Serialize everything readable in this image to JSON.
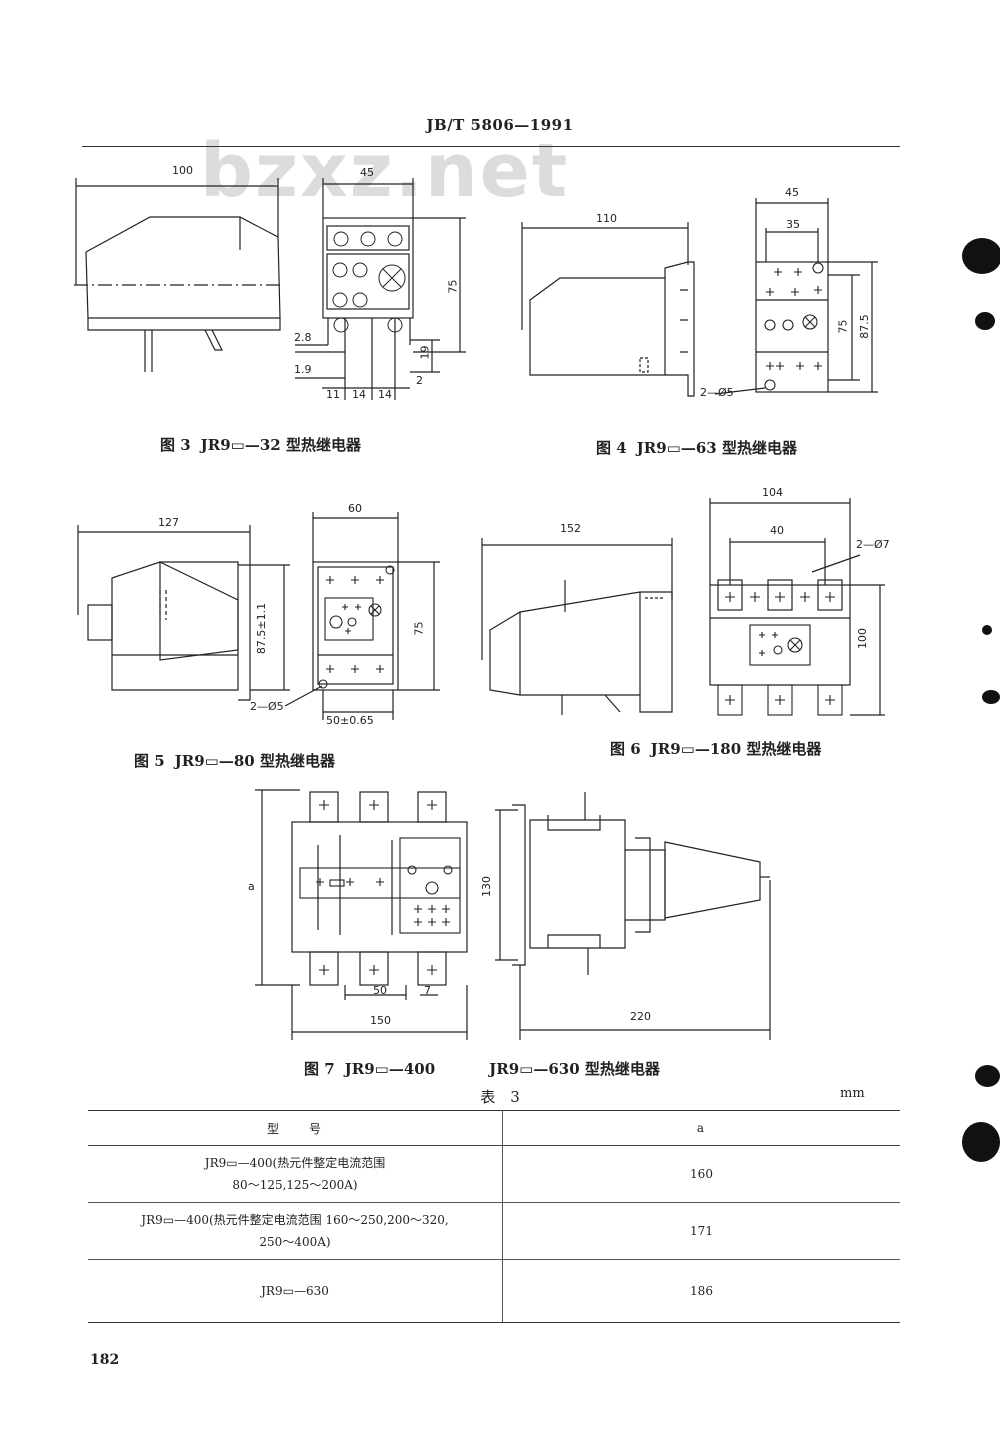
{
  "header": {
    "standard": "JB/T 5806—1991"
  },
  "watermark": "bzxz.net",
  "figures": [
    {
      "caption_no": "图 3",
      "caption_text": "JR9▭—32 型热继电器",
      "dims": [
        "100",
        "45",
        "75",
        "2.8",
        "1.9",
        "19",
        "11",
        "14",
        "14",
        "2"
      ]
    },
    {
      "caption_no": "图 4",
      "caption_text": "JR9▭—63 型热继电器",
      "dims": [
        "110",
        "45",
        "35",
        "75",
        "87.5",
        "2—Ø5"
      ]
    },
    {
      "caption_no": "图 5",
      "caption_text": "JR9▭—80 型热继电器",
      "dims": [
        "127",
        "60",
        "87.5±1.1",
        "75",
        "2—Ø5",
        "50±0.65"
      ]
    },
    {
      "caption_no": "图 6",
      "caption_text": "JR9▭—180 型热继电器",
      "dims": [
        "152",
        "104",
        "40",
        "2—Ø7",
        "100"
      ]
    },
    {
      "caption_no": "图 7",
      "caption_text": "JR9▭—400",
      "caption_text2": "JR9▭—630 型热继电器",
      "dims": [
        "a",
        "50",
        "7",
        "150",
        "130",
        "220"
      ]
    }
  ],
  "table": {
    "title": "表　3",
    "unit": "mm",
    "headers": [
      "型　　号",
      "a"
    ],
    "rows": [
      {
        "model_line1": "JR9▭—400(热元件整定电流范围",
        "model_line2": "80～125,125～200A)",
        "a": "160"
      },
      {
        "model_line1": "JR9▭—400(热元件整定电流范围 160～250,200～320,",
        "model_line2": "250～400A)",
        "a": "171"
      },
      {
        "model_line1": "JR9▭—630",
        "model_line2": "",
        "a": "186"
      }
    ]
  },
  "page_number": "182"
}
